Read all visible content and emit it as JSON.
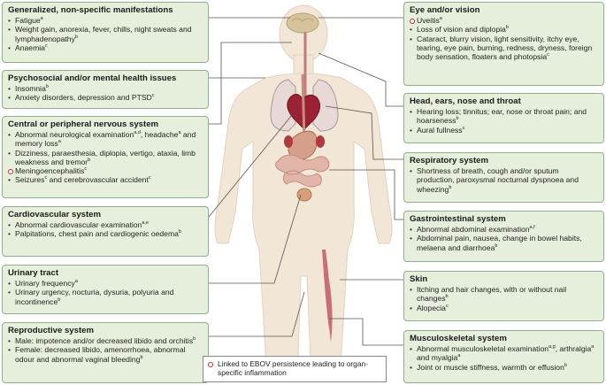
{
  "boxes": {
    "generalized": {
      "title": "Generalized, non-specific manifestations",
      "items": [
        {
          "text": "Fatigue",
          "sup": "a"
        },
        {
          "text": "Weight gain, anorexia, fever, chills, night sweats and lymphadenopathy",
          "sup": "b"
        },
        {
          "text": "Anaemia",
          "sup": "c"
        }
      ]
    },
    "psychosocial": {
      "title": "Psychosocial and/or mental health issues",
      "items": [
        {
          "text": "Insomnia",
          "sup": "b"
        },
        {
          "text": "Anxiety disorders, depression and PTSD",
          "sup": "c"
        }
      ]
    },
    "nervous": {
      "title": "Central or peripheral nervous system",
      "items": [
        {
          "text": "Abnormal neurological examination",
          "sup": "a,d",
          "text2": ", headache",
          "sup2": "a",
          "text3": " and memory loss",
          "sup3": "a"
        },
        {
          "text": "Dizziness, paraesthesia, diplopia, vertigo, ataxia, limb weakness and tremor",
          "sup": "b"
        },
        {
          "text": "Meningoencephalitis",
          "sup": "c",
          "ring": true
        },
        {
          "text": "Seizures",
          "sup": "c",
          "text2": " and cerebrovascular accident",
          "sup2": "c"
        }
      ]
    },
    "cardio": {
      "title": "Cardiovascular system",
      "items": [
        {
          "text": "Abnormal cardiovascular examination",
          "sup": "a,e"
        },
        {
          "text": "Palpitations, chest pain and cardiogenic oedema",
          "sup": "b"
        }
      ]
    },
    "urinary": {
      "title": "Urinary tract",
      "items": [
        {
          "text": "Urinary frequency",
          "sup": "a"
        },
        {
          "text": "Urinary urgency, nocturia, dysuria, polyuria and incontinence",
          "sup": "b"
        }
      ]
    },
    "reproductive": {
      "title": "Reproductive system",
      "items": [
        {
          "text": "Male: impotence and/or decreased libido and orchitis",
          "sup": "b"
        },
        {
          "text": "Female: decreased libido, amenorrhoea, abnormal odour and abnormal vaginal bleeding",
          "sup": "b"
        }
      ]
    },
    "eye": {
      "title": "Eye and/or vision",
      "items": [
        {
          "text": "Uveitis",
          "sup": "a",
          "ring": true
        },
        {
          "text": "Loss of vision and diplopia",
          "sup": "b"
        },
        {
          "text": "Cataract, blurry vision, light sensitivity, itchy eye, tearing, eye pain, burning, redness, dryness, foreign body sensation, floaters and photopsia",
          "sup": "c"
        }
      ]
    },
    "ent": {
      "title": "Head, ears, nose and throat",
      "items": [
        {
          "text": "Hearing loss; tinnitus; ear, nose or throat pain; and hoarseness",
          "sup": "b"
        },
        {
          "text": "Aural fullness",
          "sup": "c"
        }
      ]
    },
    "respiratory": {
      "title": "Respiratory system",
      "items": [
        {
          "text": "Shortness of breath, cough and/or sputum production, paroxysmal nocturnal dyspnoea and wheezing",
          "sup": "b"
        }
      ]
    },
    "gi": {
      "title": "Gastrointestinal system",
      "items": [
        {
          "text": "Abnormal abdominal examination",
          "sup": "a,f"
        },
        {
          "text": "Abdominal pain, nausea, change in bowel habits, melaena and diarrhoea",
          "sup": "b"
        }
      ]
    },
    "skin": {
      "title": "Skin",
      "items": [
        {
          "text": "Itching and hair changes, with or without nail changes",
          "sup": "b"
        },
        {
          "text": "Alopecia",
          "sup": "c"
        }
      ]
    },
    "msk": {
      "title": "Musculoskeletal system",
      "items": [
        {
          "text": "Abnormal musculoskeletal examination",
          "sup": "a,g",
          "text2": ", arthralgia",
          "sup2": "a",
          "text3": " and  myalgia",
          "sup3": "a"
        },
        {
          "text": "Joint or muscle stiffness, warmth or effusion",
          "sup": "b"
        }
      ]
    }
  },
  "legend": {
    "text": "Linked to EBOV persistence leading to organ-specific inflammation"
  },
  "colors": {
    "box_bg": "#e6efdb",
    "box_border": "#8fb08a",
    "ring": "#d2262e",
    "body": "#f2e6d6"
  }
}
